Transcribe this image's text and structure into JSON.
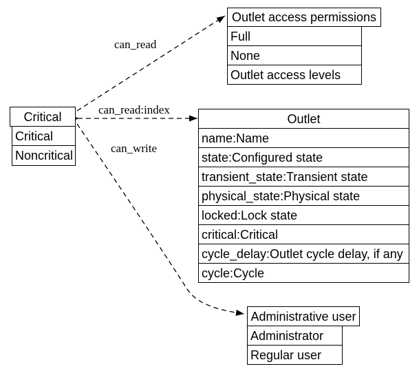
{
  "nodes": {
    "critical": {
      "title": "Critical",
      "rows": [
        "Critical",
        "Noncritical"
      ]
    },
    "outlet_access_permissions": {
      "title": "Outlet access permissions",
      "rows": [
        "Full",
        "None",
        "Outlet access levels"
      ]
    },
    "outlet": {
      "title": "Outlet",
      "rows": [
        "name:Name",
        "state:Configured state",
        "transient_state:Transient state",
        "physical_state:Physical state",
        "locked:Lock state",
        "critical:Critical",
        "cycle_delay:Outlet cycle delay, if any",
        "cycle:Cycle"
      ]
    },
    "administrative_user": {
      "title": "Administrative user",
      "rows": [
        "Administrator",
        "Regular user"
      ]
    }
  },
  "edges": {
    "can_read": {
      "label": "can_read",
      "from": "Critical",
      "to": "Outlet access permissions"
    },
    "can_read_index": {
      "label": "can_read:index",
      "from": "Critical",
      "to": "Outlet"
    },
    "can_write": {
      "label": "can_write",
      "from": "Critical",
      "to": "Administrative user"
    }
  },
  "colors": {
    "line": "#000000",
    "text": "#000000",
    "background": "#ffffff"
  }
}
